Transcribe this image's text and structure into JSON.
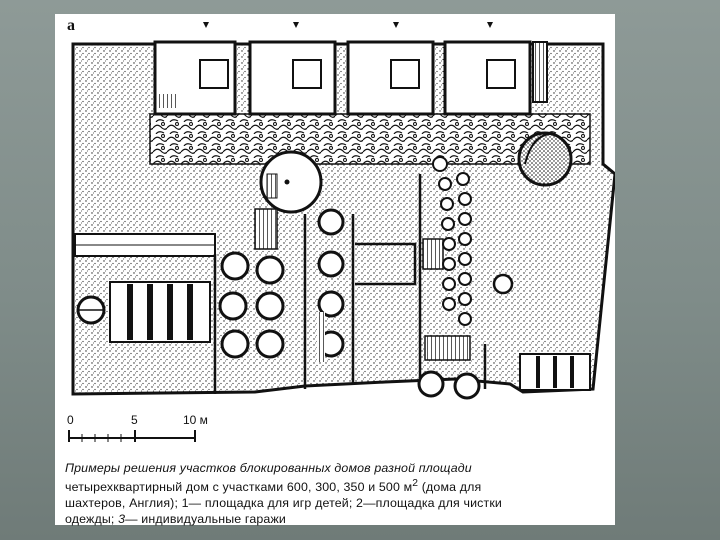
{
  "figure": {
    "letter": "а",
    "scale_bar": {
      "tick_0": "0",
      "tick_5": "5",
      "tick_10": "10 м"
    }
  },
  "caption": {
    "line1": "Примеры   решения участков блокированных домов разной площади",
    "line2_a": "четырехквартирный дом  с  участками  600, 300,   350   и  500  м",
    "line2_sup": "2",
    "line2_b": "  (дома для",
    "line3": "шахтеров,   Англия); 1— площадка  для  игр детей; 2—площадка  для чистки",
    "line4_a": "одежды; ",
    "line4_b": "3",
    "line4_c": "— индивидуальные     гаражи"
  },
  "colors": {
    "background": "#7f8c89",
    "sheet": "#ffffff",
    "ink": "#111111"
  }
}
